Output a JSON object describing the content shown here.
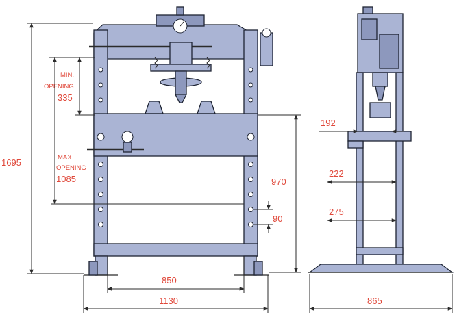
{
  "colors": {
    "frame": "#aab4d4",
    "frame_dark": "#8d98bd",
    "outline": "#1e2433",
    "dimension_text": "#e0483a",
    "dimension_line": "#2b2b2b"
  },
  "dimensions": {
    "total_height": "1695",
    "min_opening_label_1": "MIN.",
    "min_opening_label_2": "OPENING",
    "min_opening_value": "335",
    "max_opening_label_1": "MAX.",
    "max_opening_label_2": "OPENING",
    "max_opening_value": "1085",
    "table_height": "970",
    "hole_pitch": "90",
    "inner_width": "850",
    "outer_width": "1130",
    "side_top_depth": "192",
    "side_mid_depth": "222",
    "side_low_depth": "275",
    "base_depth": "865"
  }
}
